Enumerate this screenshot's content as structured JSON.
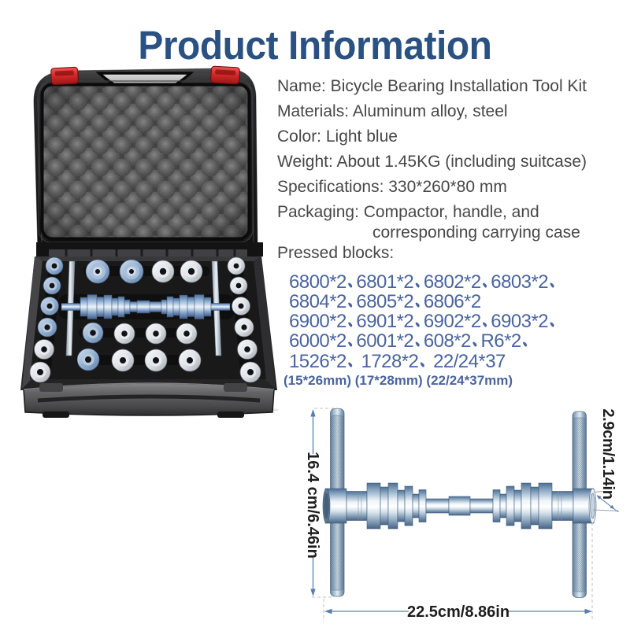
{
  "title": "Product Information",
  "colors": {
    "title_blue": "#2a5182",
    "text_gray": "#474747",
    "accent_blue": "#4a649e",
    "dim_line_blue": "#5b7dab",
    "dim_text": "#1d1d1d",
    "latch_red": "#d42b2b",
    "metal_blue": "#9fb6cc"
  },
  "specs": [
    "Name: Bicycle Bearing Installation Tool Kit",
    "Materials: Aluminum alloy, steel",
    "Color: Light blue",
    "Weight: About 1.45KG (including suitcase)",
    "Specifications: 330*260*80 mm",
    "Packaging: Compactor, handle, and",
    "corresponding carrying case",
    "Pressed blocks:"
  ],
  "pressed_blocks": {
    "lines": [
      "6800*2、6801*2、6802*2、6803*2、",
      "6804*2、6805*2、6806*2",
      "6900*2、6901*2、6902*2、6903*2、",
      "6000*2、6001*2、608*2、R6*2、",
      "1526*2、 1728*2、 22/24*37"
    ],
    "note": "(15*26mm) (17*28mm) (22/24*37mm)"
  },
  "diagram": {
    "height_label": "16.4 cm/6.46in",
    "diameter_label": "2.9cm/1.14in",
    "length_label": "22.5cm/8.86in"
  }
}
